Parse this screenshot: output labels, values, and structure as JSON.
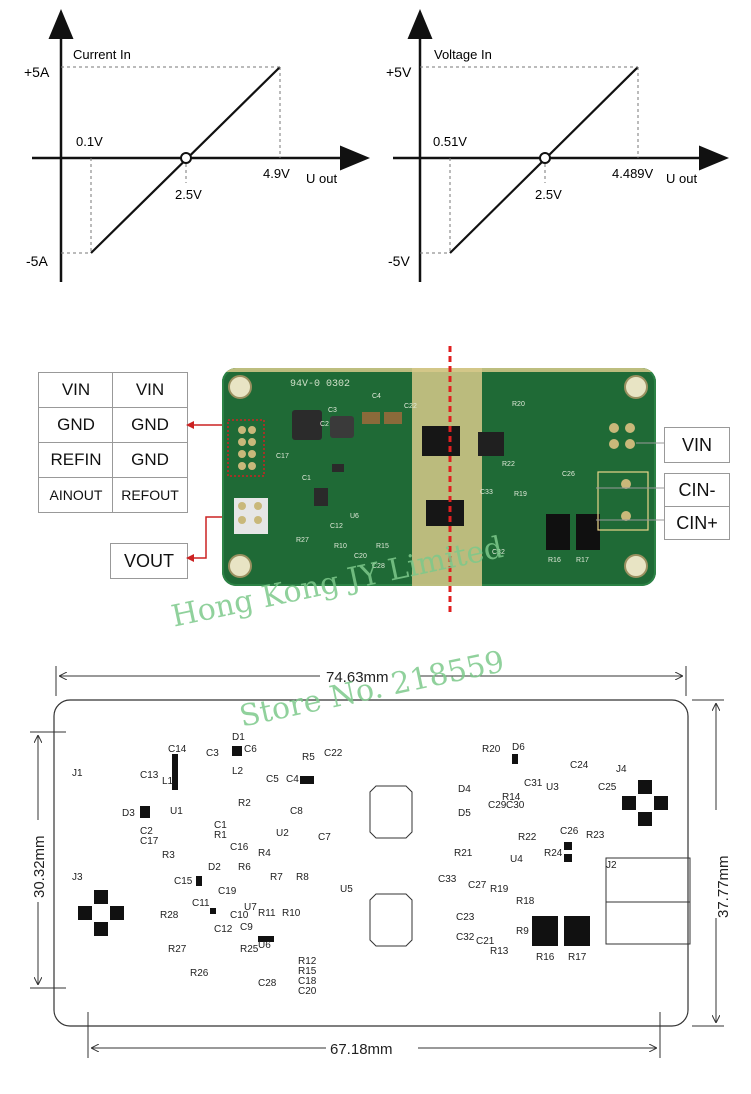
{
  "graphs": [
    {
      "title": "Current In",
      "top_label": "+5A",
      "bottom_label": "-5A",
      "left_x_label": "0.1V",
      "mid_x_label": "2.5V",
      "right_x_label": "4.9V",
      "axis_label": "U out"
    },
    {
      "title": "Voltage In",
      "top_label": "+5V",
      "bottom_label": "-5V",
      "left_x_label": "0.51V",
      "mid_x_label": "2.5V",
      "right_x_label": "4.489V",
      "axis_label": "U out"
    }
  ],
  "pin_table": [
    [
      "VIN",
      "VIN"
    ],
    [
      "GND",
      "GND"
    ],
    [
      "REFIN",
      "GND"
    ],
    [
      "AINOUT",
      "REFOUT"
    ]
  ],
  "callouts": {
    "vout": "VOUT",
    "vin": "VIN",
    "cin_minus": "CIN-",
    "cin_plus": "CIN+"
  },
  "pcb": {
    "silk_title": "94V-0 0302",
    "ic_labels": [
      "R16",
      "R17",
      "C32",
      "C20",
      "C17",
      "C33",
      "R22",
      "R19",
      "R20",
      "C26",
      "C22",
      "C4",
      "C3",
      "C2",
      "C1",
      "R27",
      "C12",
      "C28",
      "R15",
      "R10",
      "U6"
    ]
  },
  "watermarks": {
    "line1": "Hong Kong JY Limited",
    "line2": "Store No. 218559"
  },
  "outline": {
    "width_top": "74.63mm",
    "width_bottom": "67.18mm",
    "height_left": "30.32mm",
    "height_right": "37.77mm",
    "labels": [
      "J1",
      "J3",
      "J4",
      "J2",
      "D1",
      "C14",
      "C6",
      "R5",
      "C22",
      "C13",
      "L1",
      "L2",
      "C3",
      "C5",
      "C4",
      "D3",
      "U1",
      "R2",
      "C2",
      "C17",
      "C1",
      "R1",
      "C8",
      "R3",
      "C16",
      "U2",
      "C7",
      "R4",
      "C15",
      "D2",
      "R6",
      "R7",
      "R8",
      "C19",
      "R28",
      "C11",
      "U7",
      "C9",
      "R11",
      "R10",
      "C10",
      "C12",
      "R25",
      "U6",
      "R27",
      "R26",
      "C28",
      "R12",
      "R15",
      "C18",
      "C20",
      "U5",
      "R20",
      "D6",
      "C24",
      "C29",
      "C30",
      "D4",
      "D5",
      "R14",
      "C31",
      "U3",
      "C25",
      "C26",
      "R22",
      "R23",
      "R21",
      "U4",
      "R24",
      "C33",
      "C27",
      "R19",
      "R18",
      "R9",
      "C23",
      "C32",
      "C21",
      "R13",
      "R16",
      "R17"
    ]
  }
}
